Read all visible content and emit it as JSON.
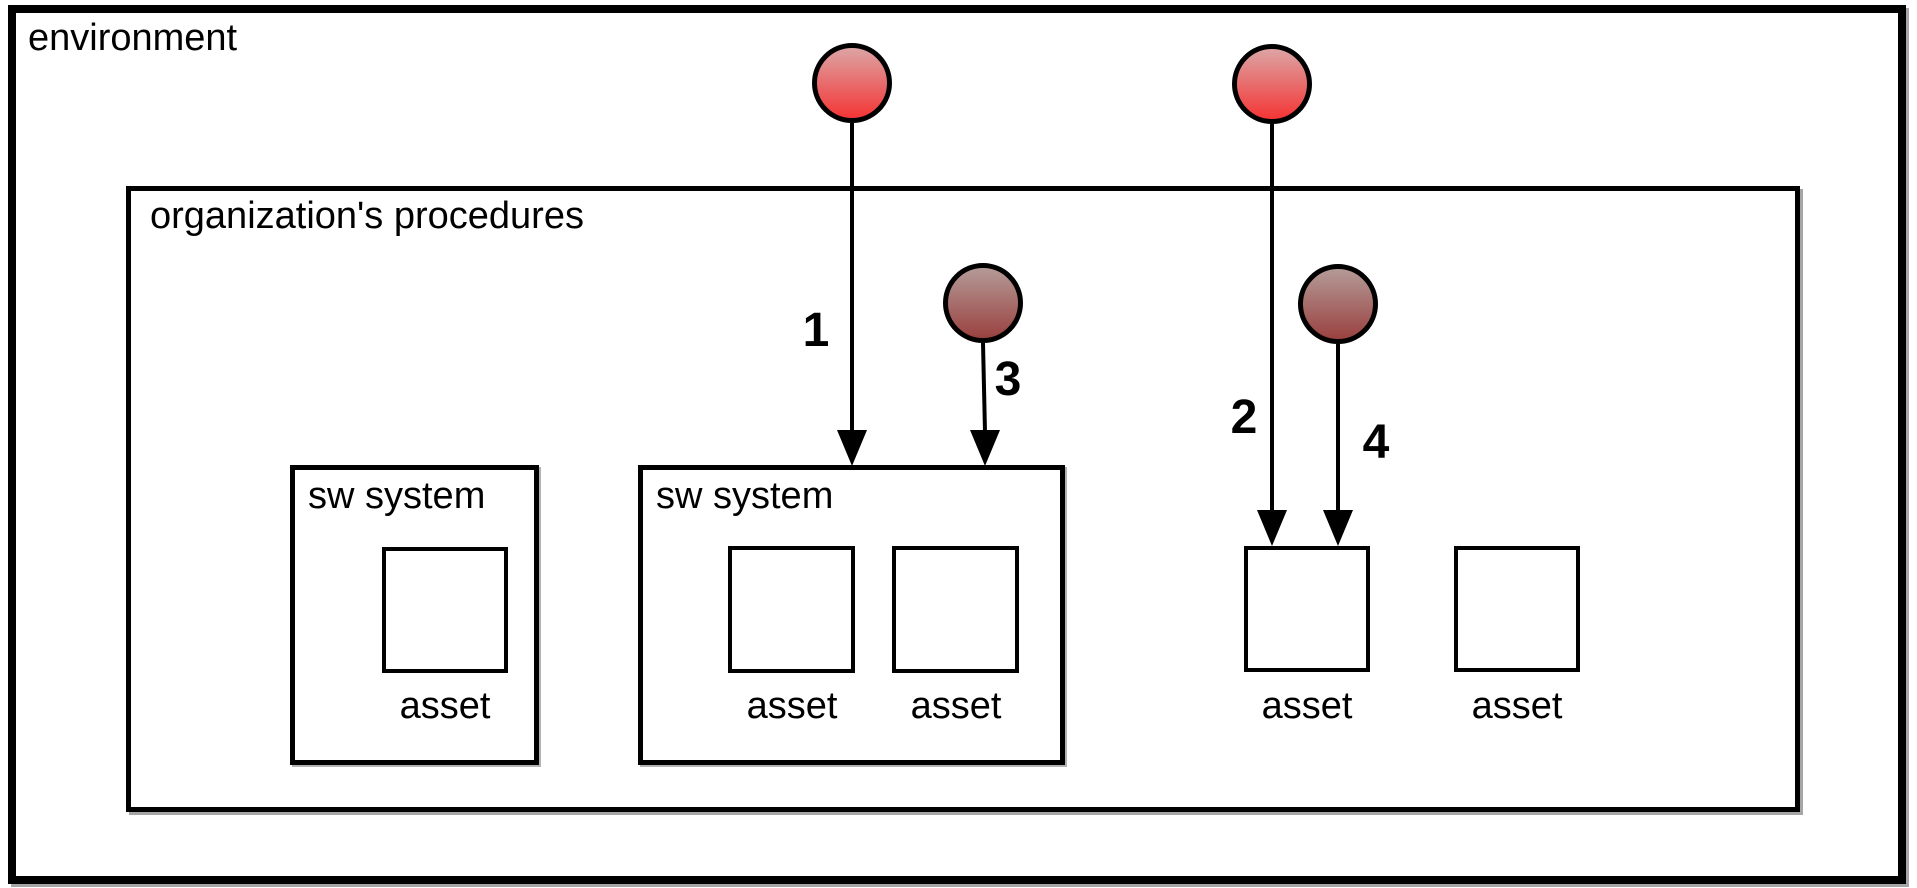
{
  "diagram": {
    "environment_label": "environment",
    "procedures_label": "organization's procedures",
    "systems": [
      {
        "label": "sw system",
        "assets": [
          {
            "label": "asset"
          }
        ]
      },
      {
        "label": "sw system",
        "assets": [
          {
            "label": "asset"
          },
          {
            "label": "asset"
          }
        ]
      }
    ],
    "standalone_assets": [
      {
        "label": "asset"
      },
      {
        "label": "asset"
      }
    ],
    "attacks": [
      {
        "id": "1"
      },
      {
        "id": "2"
      },
      {
        "id": "3"
      },
      {
        "id": "4"
      }
    ],
    "colors": {
      "line": "#000000",
      "bright_circle_top": "#dda4a4",
      "bright_circle_bottom": "#f43535",
      "dark_circle_top": "#b49a97",
      "dark_circle_bottom": "#9a4240"
    }
  }
}
